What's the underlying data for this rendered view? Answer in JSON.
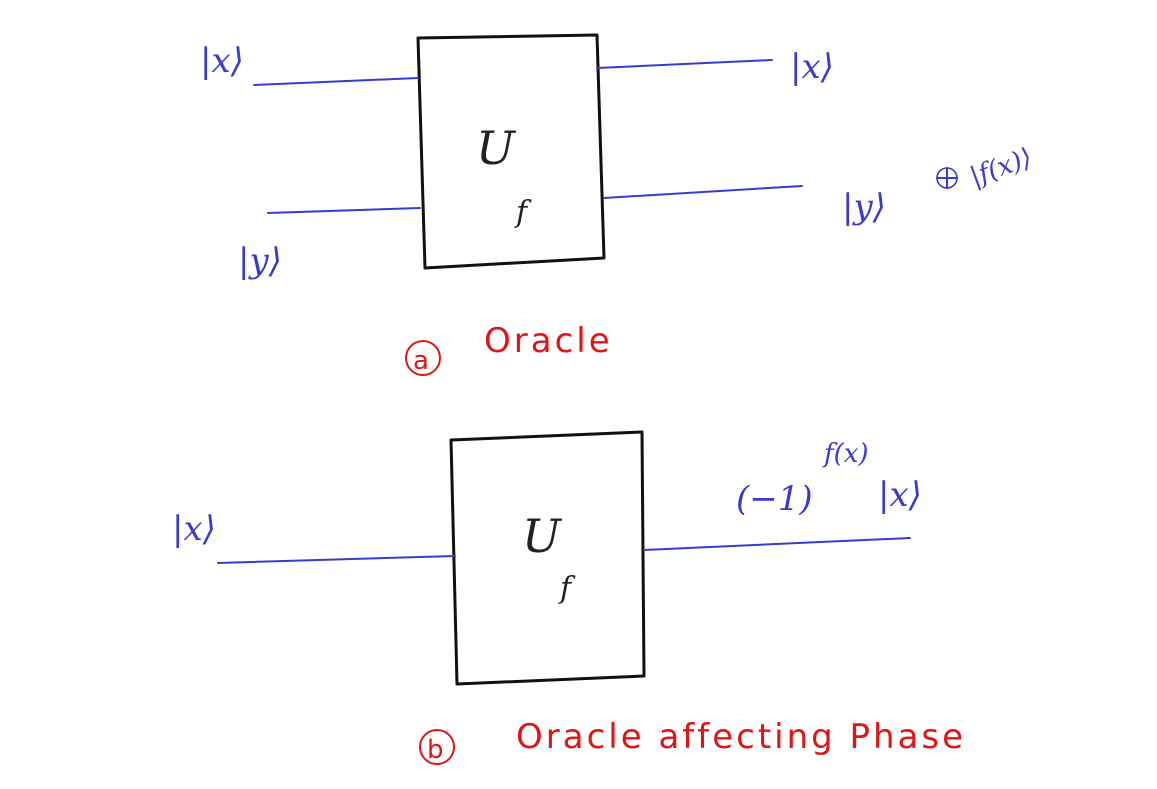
{
  "diagram_a": {
    "gate": {
      "name": "U",
      "subscript": "f"
    },
    "input_top": "|x⟩",
    "input_bottom": "|y⟩",
    "output_top": "|x⟩",
    "output_bottom_left": "|y⟩",
    "output_bottom_right": "|f(x)⟩",
    "caption_marker": "a",
    "caption": "Oracle"
  },
  "diagram_b": {
    "gate": {
      "name": "U",
      "subscript": "f"
    },
    "input": "|x⟩",
    "output_base": "(−1)",
    "output_exponent": "f(x)",
    "output_ket": "|x⟩",
    "caption_marker": "b",
    "caption": "Oracle affecting Phase"
  },
  "colors": {
    "wires": "#3a3ad0",
    "captions": "#e01515",
    "gates": "#111111"
  }
}
